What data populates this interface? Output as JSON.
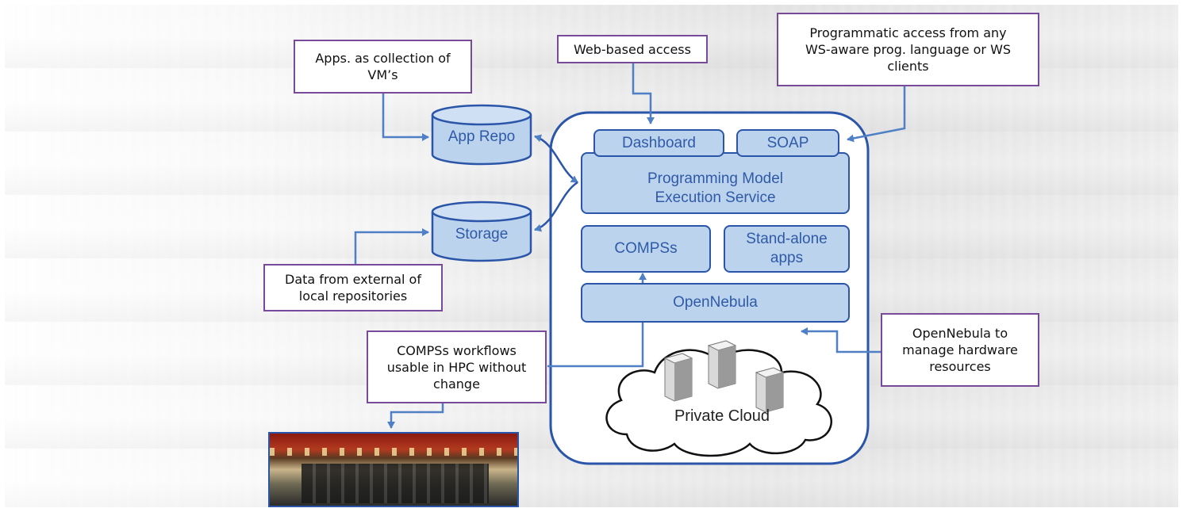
{
  "callouts": {
    "apps_vms": "Apps. as collection of\nVM’s",
    "web_access": "Web-based access",
    "programmatic": "Programmatic access from any\nWS-aware prog. language or WS\nclients",
    "external_data": "Data from external of\nlocal repositories",
    "compss_hpc": "COMPSs workflows\nusable in HPC without\nchange",
    "opennebula_hw": "OpenNebula to\nmanage hardware\nresources"
  },
  "components": {
    "app_repo": "App Repo",
    "storage": "Storage",
    "dashboard": "Dashboard",
    "soap": "SOAP",
    "pmes": "Programming Model\nExecution Service",
    "compss": "COMPSs",
    "standalone": "Stand-alone\napps",
    "opennebula": "OpenNebula",
    "private_cloud": "Private Cloud"
  },
  "colors": {
    "box_fill": "#bcd3ee",
    "box_stroke": "#2a55a8",
    "text_blue": "#2f5aa8",
    "callout_border": "#7a4a9a",
    "arrow": "#4f7fc4"
  }
}
